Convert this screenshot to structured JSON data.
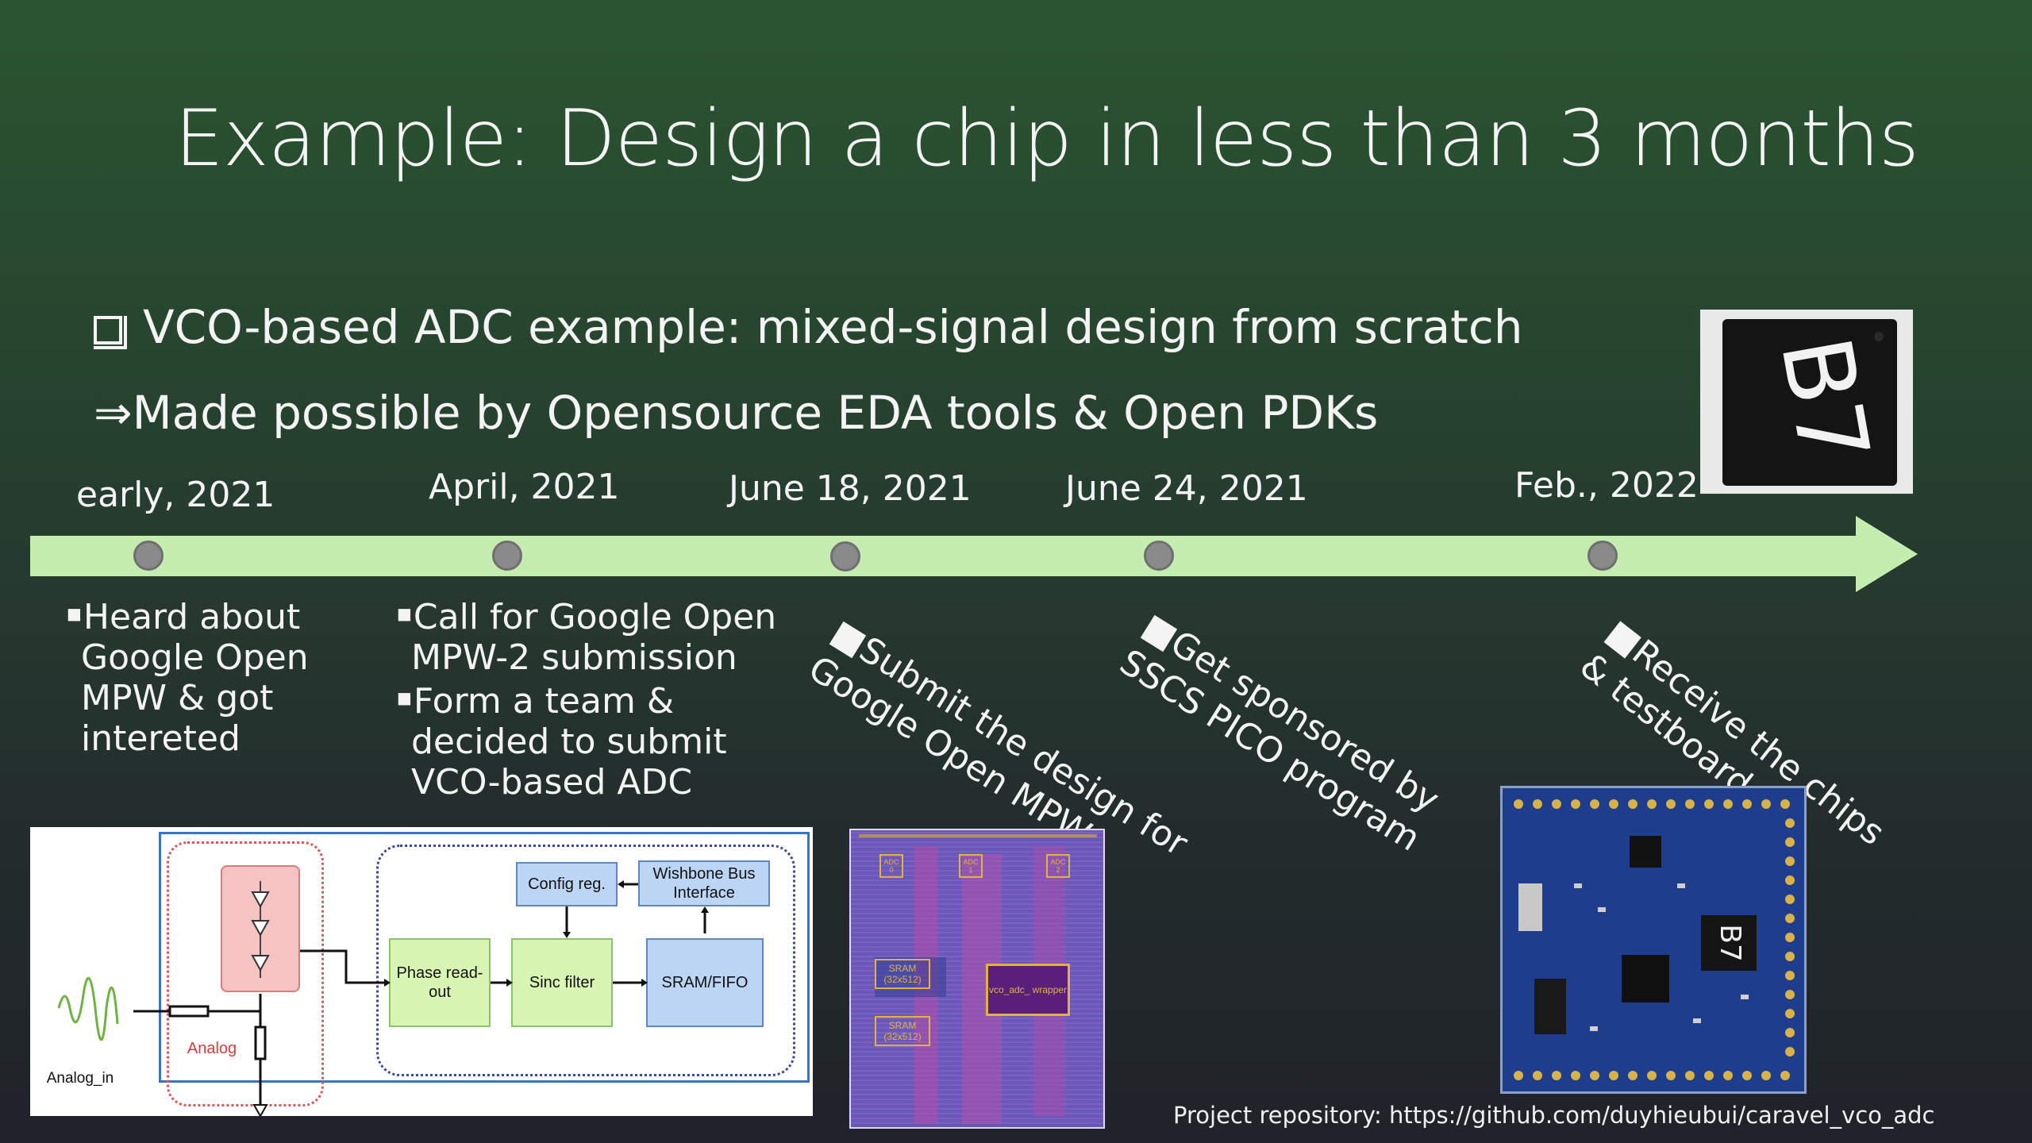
{
  "slide": {
    "title": "Example: Design a chip in less than 3 months",
    "bullet1": "VCO-based ADC example: mixed-signal design from scratch",
    "bullet2": "⇒Made possible by Opensource EDA tools & Open PDKs",
    "repository": "Project repository: https://github.com/duyhieubui/caravel_vco_adc"
  },
  "timeline": {
    "color": "#c5edaf",
    "dates": [
      "early, 2021",
      "April, 2021",
      "June 18, 2021",
      "June 24, 2021",
      "Feb., 2022"
    ],
    "events": {
      "e1": [
        "Heard about",
        "Google Open",
        "MPW & got",
        "intereted"
      ],
      "e2a": [
        "Call for Google Open",
        "MPW-2 submission"
      ],
      "e2b": [
        "Form a team &",
        "decided to submit",
        "VCO-based ADC"
      ],
      "e3": [
        "Submit the design for",
        "Google Open MPW"
      ],
      "e4": [
        "Get sponsored by",
        "SSCS PICO program"
      ],
      "e5": [
        "Receive the chips",
        "& testboard"
      ]
    }
  },
  "block_diagram": {
    "analog_in": "Analog_in",
    "analog": "Analog",
    "config": "Config reg.",
    "wishbone": "Wishbone Bus Interface",
    "phase": "Phase read-out",
    "sinc": "Sinc filter",
    "sram": "SRAM/FIFO"
  },
  "layout": {
    "sram1": "SRAM (32x512)",
    "sram2": "SRAM (32x512)",
    "wrapper": "vco_adc_ wrapper",
    "adc0": "ADC 0",
    "adc1": "ADC 1",
    "adc2": "ADC 2"
  },
  "chip_marking": "B7"
}
